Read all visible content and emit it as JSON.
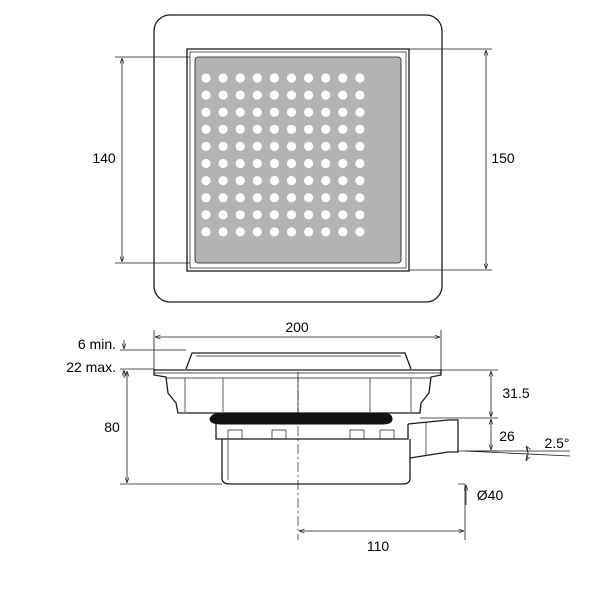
{
  "dimensions": {
    "inner_square": "140",
    "outer_square": "150",
    "overall_width": "200",
    "min_height": "6 min.",
    "max_height": "22 max.",
    "total_height": "80",
    "upper_height": "31.5",
    "outlet_height": "26",
    "slope": "2.5°",
    "outlet_diameter": "Ø40",
    "outlet_offset": "110"
  },
  "grate": {
    "hole_rows": 10,
    "hole_cols": 10
  },
  "colors": {
    "line": "#1a1a1a",
    "grate_fill": "#b3b3b3",
    "gasket": "#111111"
  }
}
